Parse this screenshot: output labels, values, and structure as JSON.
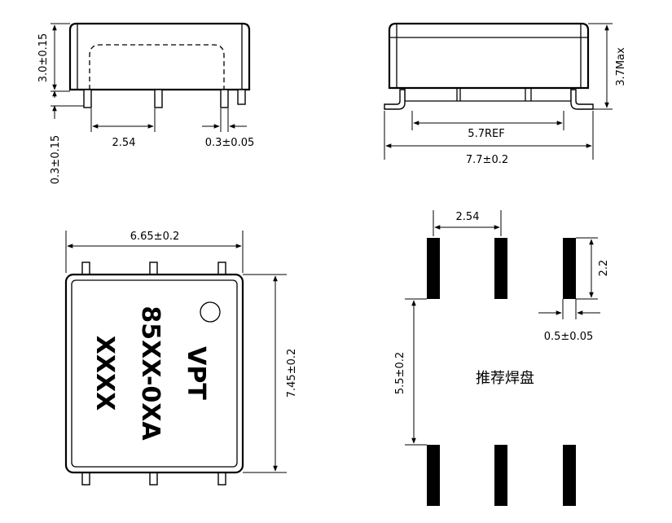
{
  "side_view": {
    "height_label": "3.0±0.15",
    "standoff_label": "0.3±0.15",
    "pitch_label": "2.54",
    "pin_width_label": "0.3±0.05"
  },
  "front_view": {
    "max_height_label": "3.7Max",
    "ref_width_label": "5.7REF",
    "total_width_label": "7.7±0.2"
  },
  "top_view": {
    "width_label": "6.65±0.2",
    "length_label": "7.45±0.2",
    "marking": [
      "VPT",
      "85XX-0XA",
      "XXXX"
    ]
  },
  "footprint": {
    "pitch_label": "2.54",
    "pad_length_label": "2.2",
    "pad_width_label": "0.5±0.05",
    "row_spacing_label": "5.5±0.2",
    "title": "推荐焊盘"
  },
  "colors": {
    "line": "#000000",
    "background": "#ffffff"
  }
}
